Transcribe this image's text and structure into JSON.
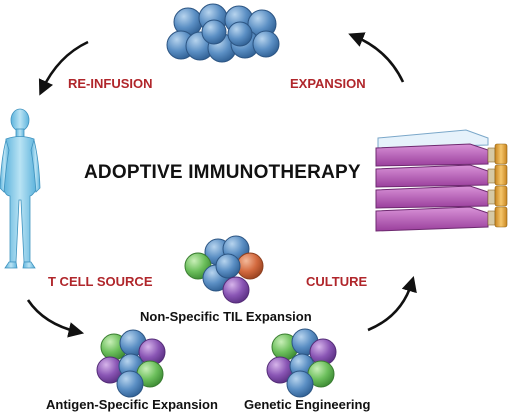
{
  "title": "ADOPTIVE IMMUNOTHERAPY",
  "steps": {
    "reinfusion": "RE-INFUSION",
    "expansion": "EXPANSION",
    "tcell_source": "T CELL SOURCE",
    "culture": "CULTURE"
  },
  "methods": {
    "nonspecific": "Non-Specific TIL Expansion",
    "antigen": "Antigen-Specific Expansion",
    "genetic": "Genetic Engineering"
  },
  "colors": {
    "label_red": "#b0262b",
    "cell_blue": "#5b8fc4",
    "cell_green": "#6cbf5c",
    "cell_purple": "#8a56b5",
    "cell_orange": "#d36a3f",
    "flask_purple": "#b25ab6",
    "flask_cap": "#e8a93a",
    "human_blue": "#8ccde9"
  },
  "icons": {
    "human": "human-figure-icon",
    "flask": "culture-flask-stack-icon",
    "cells": "cell-cluster-icon"
  }
}
